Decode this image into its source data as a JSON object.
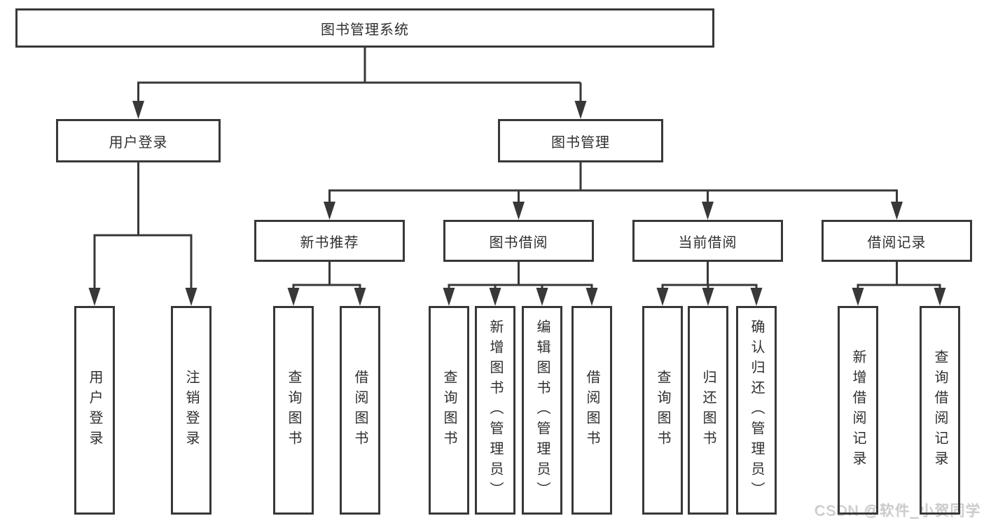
{
  "colors": {
    "line": "#383838",
    "box_border": "#383838",
    "text": "#2f2f2f",
    "watermark": "#cccccc",
    "background": "#ffffff"
  },
  "watermark": {
    "text": "CSDN @软件_小贺同学"
  },
  "tree": {
    "label": "图书管理系统",
    "children": [
      {
        "label": "用户登录",
        "children": [
          {
            "label": "用户登录"
          },
          {
            "label": "注销登录"
          }
        ]
      },
      {
        "label": "图书管理",
        "children": [
          {
            "label": "新书推荐",
            "children": [
              {
                "label": "查询图书"
              },
              {
                "label": "借阅图书"
              }
            ]
          },
          {
            "label": "图书借阅",
            "children": [
              {
                "label": "查询图书"
              },
              {
                "label": "新增图书（管理员）"
              },
              {
                "label": "编辑图书（管理员）"
              },
              {
                "label": "借阅图书"
              }
            ]
          },
          {
            "label": "当前借阅",
            "children": [
              {
                "label": "查询图书"
              },
              {
                "label": "归还图书"
              },
              {
                "label": "确认归还（管理员）"
              }
            ]
          },
          {
            "label": "借阅记录",
            "children": [
              {
                "label": "新增借阅记录"
              },
              {
                "label": "查询借阅记录"
              }
            ]
          }
        ]
      }
    ]
  }
}
